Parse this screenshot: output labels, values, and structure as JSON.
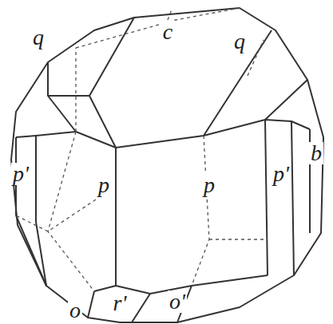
{
  "diagram": {
    "labels": [
      "q",
      "c",
      "q",
      "p'",
      "p",
      "p",
      "p'",
      "b",
      "o",
      "r'",
      "o'"
    ]
  }
}
